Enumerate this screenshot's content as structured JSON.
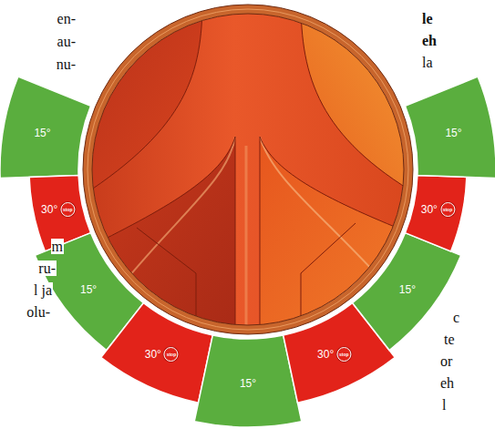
{
  "diagram": {
    "nodes": [
      {
        "text": [
          "15°"
        ]
      },
      {
        "text": [
          "30°",
          "stop"
        ]
      },
      {
        "text": [
          "15°"
        ]
      },
      {
        "text": [
          "30°",
          "stop"
        ]
      },
      {
        "text": [
          "15°"
        ]
      },
      {
        "text": [
          "30°",
          "stop"
        ]
      },
      {
        "text": [
          "15°"
        ]
      },
      {
        "text": [
          "30°",
          "stop"
        ]
      },
      {
        "text": [
          "15°"
        ]
      }
    ],
    "labels": [
      "en-",
      "au-",
      "nu-",
      "le",
      "eh",
      "la",
      "m",
      "ru-",
      "l ja",
      "olu-",
      "c",
      "te",
      "or",
      "eh",
      "l"
    ]
  }
}
